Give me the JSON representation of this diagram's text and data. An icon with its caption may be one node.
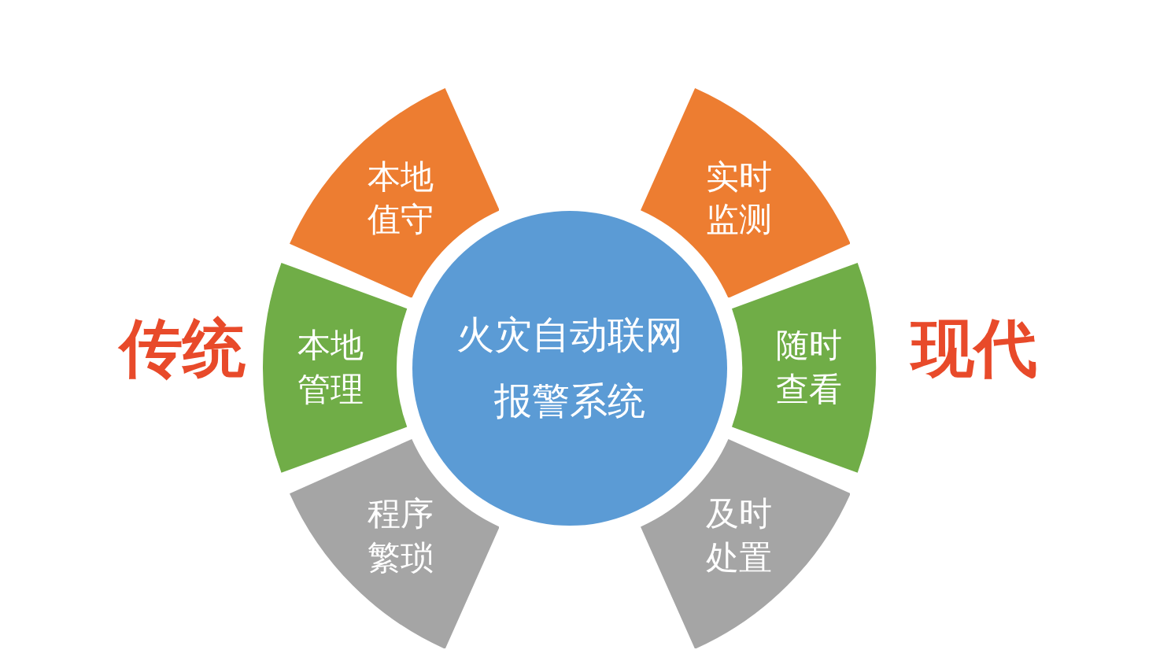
{
  "diagram": {
    "nodes": [
      {
        "text": [
          "本地值守"
        ]
      },
      {
        "text": [
          "实时监测"
        ]
      },
      {
        "text": [
          "本地管理"
        ]
      },
      {
        "text": [
          "火灾自动联网报警系统"
        ]
      },
      {
        "text": [
          "随时查看"
        ]
      },
      {
        "text": [
          "程序繁琐"
        ]
      },
      {
        "text": [
          "及时处置"
        ]
      }
    ],
    "labels": [
      "传统",
      "现代"
    ]
  }
}
